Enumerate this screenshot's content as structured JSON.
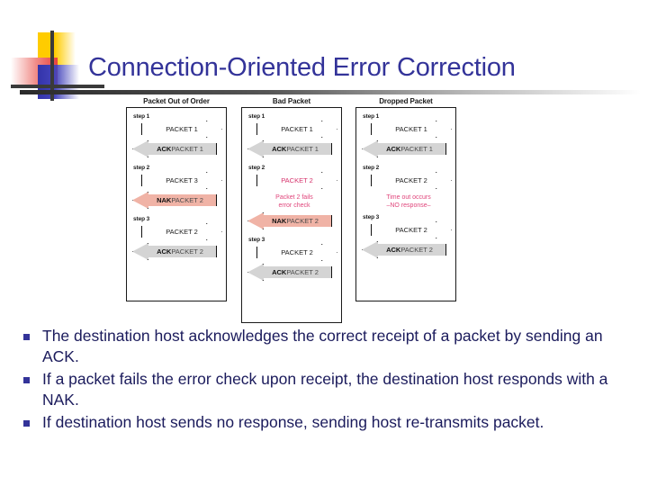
{
  "slide": {
    "title": "Connection-Oriented Error Correction",
    "title_color": "#333399",
    "background": "#ffffff"
  },
  "decoration": {
    "yellow": "#ffcc00",
    "red": "#e8413c",
    "blue": "#3333aa",
    "bar": "#3a3a3a"
  },
  "diagram": {
    "columns": [
      {
        "header": "Packet Out of Order",
        "steps": [
          {
            "label": "step 1",
            "arrows": [
              {
                "direction": "right",
                "fill": "white",
                "bold_prefix": "",
                "text": "PACKET 1"
              },
              {
                "direction": "left",
                "fill": "gray",
                "bold_prefix": "ACK",
                "text": " PACKET 1"
              }
            ],
            "note": ""
          },
          {
            "label": "step 2",
            "arrows": [
              {
                "direction": "right",
                "fill": "white",
                "bold_prefix": "",
                "text": "PACKET 3"
              },
              {
                "direction": "left",
                "fill": "nak",
                "bold_prefix": "NAK",
                "text": " PACKET 2"
              }
            ],
            "note": ""
          },
          {
            "label": "step 3",
            "arrows": [
              {
                "direction": "right",
                "fill": "white",
                "bold_prefix": "",
                "text": "PACKET 2"
              },
              {
                "direction": "left",
                "fill": "gray",
                "bold_prefix": "ACK",
                "text": " PACKET 2"
              }
            ],
            "note": ""
          }
        ]
      },
      {
        "header": "Bad Packet",
        "steps": [
          {
            "label": "step 1",
            "arrows": [
              {
                "direction": "right",
                "fill": "white",
                "bold_prefix": "",
                "text": "PACKET 1"
              },
              {
                "direction": "left",
                "fill": "gray",
                "bold_prefix": "ACK",
                "text": " PACKET 1"
              }
            ],
            "note": ""
          },
          {
            "label": "step 2",
            "arrows": [
              {
                "direction": "right",
                "fill": "white",
                "bold_prefix": "",
                "text": "PACKET 2",
                "text_color": "red"
              },
              {
                "direction": "left",
                "fill": "nak",
                "bold_prefix": "NAK",
                "text": " PACKET 2"
              }
            ],
            "note": "Packet 2 fails\nerror check"
          },
          {
            "label": "step 3",
            "arrows": [
              {
                "direction": "right",
                "fill": "white",
                "bold_prefix": "",
                "text": "PACKET 2"
              },
              {
                "direction": "left",
                "fill": "gray",
                "bold_prefix": "ACK",
                "text": " PACKET 2"
              }
            ],
            "note": ""
          }
        ]
      },
      {
        "header": "Dropped Packet",
        "steps": [
          {
            "label": "step 1",
            "arrows": [
              {
                "direction": "right",
                "fill": "white",
                "bold_prefix": "",
                "text": "PACKET 1"
              },
              {
                "direction": "left",
                "fill": "gray",
                "bold_prefix": "ACK",
                "text": " PACKET 1"
              }
            ],
            "note": ""
          },
          {
            "label": "step 2",
            "arrows": [
              {
                "direction": "right",
                "fill": "white",
                "bold_prefix": "",
                "text": "PACKET 2"
              }
            ],
            "note": "Time out occurs\n–NO response–"
          },
          {
            "label": "step 3",
            "arrows": [
              {
                "direction": "right",
                "fill": "white",
                "bold_prefix": "",
                "text": "PACKET 2"
              },
              {
                "direction": "left",
                "fill": "gray",
                "bold_prefix": "ACK",
                "text": " PACKET 2"
              }
            ],
            "note": ""
          }
        ]
      }
    ],
    "colors": {
      "arrow_white": "#ffffff",
      "arrow_gray": "#d4d4d4",
      "arrow_nak": "#f0b3a6",
      "note_text": "#e0457b",
      "outline": "#111111"
    }
  },
  "bullets": {
    "marker_color": "#333399",
    "text_color": "#1b1b5c",
    "items": [
      "The destination host acknowledges the correct receipt of a packet by sending an ACK.",
      " If a packet fails the error check upon receipt, the destination host responds with a NAK.",
      "If destination host sends no response, sending host re-transmits packet."
    ]
  }
}
